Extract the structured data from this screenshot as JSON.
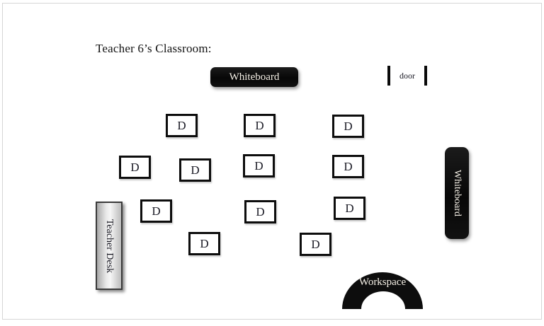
{
  "title": "Teacher 6’s Classroom:",
  "boards": {
    "top_whiteboard_label": "Whiteboard",
    "right_whiteboard_label": "Whiteboard"
  },
  "door": {
    "label": "door"
  },
  "desk": {
    "label": "D",
    "count": 12
  },
  "teacher_desk": {
    "label": "Teacher Desk"
  },
  "workspace": {
    "label": "Workspace"
  },
  "colors": {
    "board_background": "#0d0d0d",
    "board_text": "#f6f1e7",
    "desk_border": "#0d0d0d",
    "desk_letter": "#1b1b26",
    "teacher_desk_fill": "#e0e0e0",
    "page_frame_border": "#d6d6d6"
  }
}
